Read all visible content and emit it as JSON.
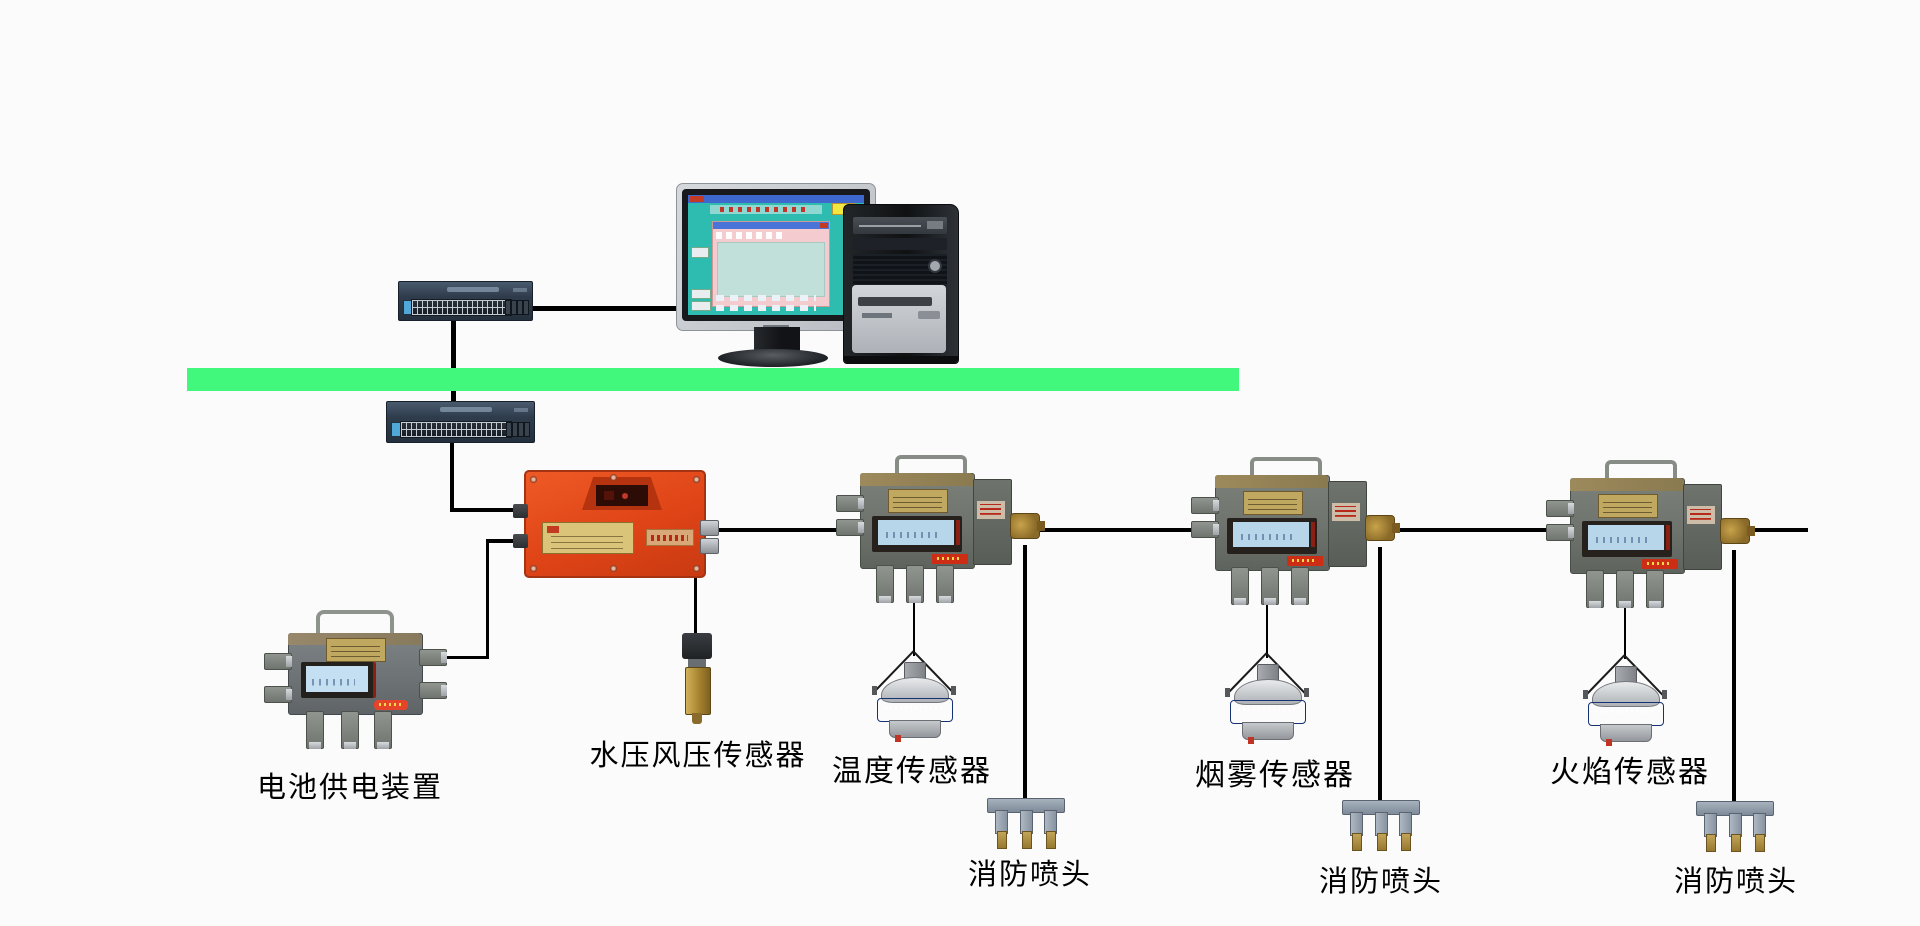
{
  "diagram": {
    "labels": {
      "battery_power_unit": "电池供电装置",
      "water_air_pressure_sensor": "水压风压传感器",
      "temperature_sensor": "温度传感器",
      "smoke_sensor": "烟雾传感器",
      "flame_sensor": "火焰传感器",
      "sprinkler_1": "消防喷头",
      "sprinkler_2": "消防喷头",
      "sprinkler_3": "消防喷头"
    },
    "icons": {
      "workstation": "monitoring-computer",
      "switch_upper": "ethernet-switch",
      "switch_lower": "ethernet-switch",
      "ring_bus": "green-network-backbone",
      "power_box": "mine-flameproof-power-box",
      "battery_box": "battery-power-unit",
      "substation": "fire-monitoring-substation",
      "hanging_sensor": "suspended-sensor",
      "pressure_sensor": "pressure-transmitter",
      "sprinkler": "fire-sprinkler-manifold"
    },
    "colors": {
      "backbone_green": "#41F87D",
      "power_box_orange": "#DF4417",
      "screen_teal": "#2FBCB0",
      "sensor_band_blue": "#2B58C4",
      "wire_black": "#000000",
      "background": "#FBFBFB"
    }
  }
}
